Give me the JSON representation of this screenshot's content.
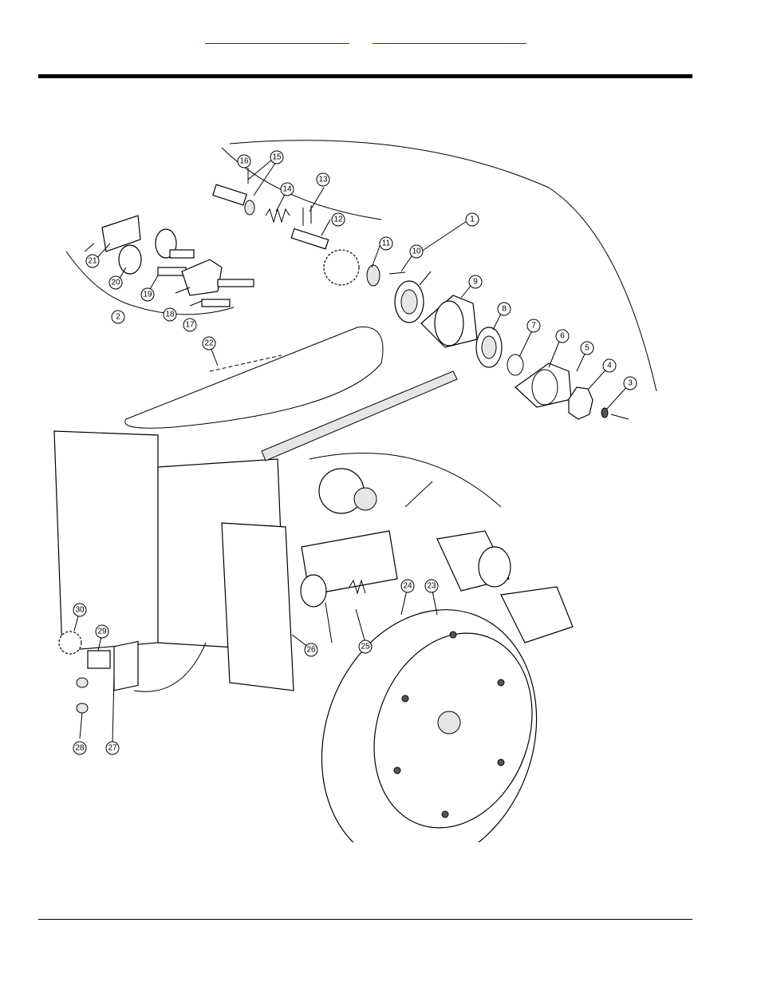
{
  "header": {
    "links": [
      {
        "label": ""
      },
      {
        "label": ""
      }
    ]
  },
  "figure": {
    "callouts": [
      "1",
      "2",
      "3",
      "4",
      "5",
      "6",
      "7",
      "8",
      "9",
      "10",
      "11",
      "12",
      "13",
      "14",
      "15",
      "16",
      "17",
      "18",
      "19",
      "20",
      "21",
      "22",
      "23",
      "24",
      "25",
      "26",
      "27",
      "28",
      "29",
      "30"
    ]
  }
}
